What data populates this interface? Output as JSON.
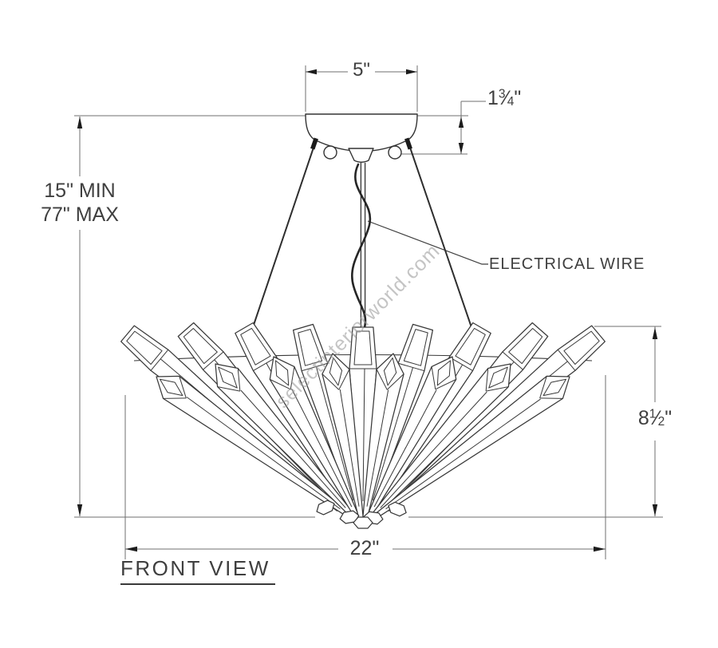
{
  "view_title": "FRONT VIEW",
  "watermark": "selectinteriorworld.com",
  "labels": {
    "electrical_wire": "ELECTRICAL WIRE"
  },
  "dimensions": {
    "canopy_width": "5\"",
    "canopy_drop": {
      "whole": "1",
      "numerator": "3",
      "slash": "⁄",
      "denominator": "4",
      "unit": "\""
    },
    "hanging_min": "15\" MIN",
    "hanging_max": "77\" MAX",
    "fixture_height": {
      "whole": "8",
      "numerator": "1",
      "slash": "⁄",
      "denominator": "2",
      "unit": "\""
    },
    "fixture_width": "22\""
  },
  "colors": {
    "drawing_line": "#333333",
    "dimension_line": "#6f6f6f",
    "text": "#3f3f3f",
    "watermark": "#9d9d9d",
    "background": "#ffffff"
  }
}
